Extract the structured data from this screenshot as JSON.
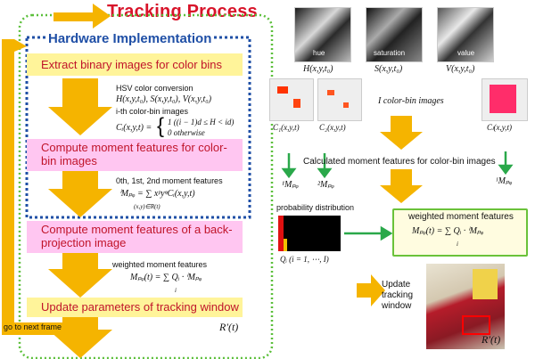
{
  "diagram": {
    "title": "Tracking Process",
    "hardware_label": "Hardware Implementation",
    "steps": [
      {
        "label": "Extract binary images for color bins"
      },
      {
        "label": "Compute moment features for color-bin images"
      },
      {
        "label": "Compute moment features of a back-projection image"
      },
      {
        "label": "Update parameters of tracking window"
      }
    ],
    "notes": {
      "hsv_title": "HSV color conversion",
      "hsv_formula": "H(x,y,t₀), S(x,y,t₀), V(x,y,t₀)",
      "bin_title": "i-th color-bin images",
      "bin_formula_lhs": "Cᵢ(x,y,t) =",
      "bin_case1": "1   ((i − 1)d ≤ H < id)",
      "bin_case2": "0        otherwise",
      "moment_title": "0th, 1st, 2nd moment features",
      "moment_formula": "ⁱMₚᵩ = ∑ xᵖyᵠCᵢ(x,y,t)",
      "moment_sum_sub": "(x,y)∈R(t)",
      "weighted_title": "weighted moment features",
      "weighted_formula": "Mₚᵩ(t) = ∑ Qᵢ · ⁱMₚᵩ",
      "weighted_sum_sub": "i",
      "rprime": "R′(t)",
      "next_frame": "go to next frame"
    },
    "right": {
      "channels": [
        {
          "name": "hue",
          "formula": "H(x,y,t₀)"
        },
        {
          "name": "saturation",
          "formula": "S(x,y,t₀)"
        },
        {
          "name": "value",
          "formula": "V(x,y,t₀)"
        }
      ],
      "bins_label": "I  color-bin images",
      "bin_formulas": [
        "C₁(x,y,t)",
        "C₂(x,y,t)",
        "Cₗ(x,y,t)"
      ],
      "moment_caption": "Calculated moment features for color-bin images",
      "moment_labels": [
        "¹Mₚᵩ",
        "²Mₚᵩ",
        "ᴵMₚᵩ"
      ],
      "prob_label": "probability distribution",
      "prob_formula": "Qᵢ (i = 1, ⋯, I)",
      "weighted_title": "weighted moment features",
      "weighted_formula": "Mₚᵩ(t) = ∑ Qᵢ · ⁱMₚᵩ",
      "weighted_sum_sub": "i",
      "update_label": "Update tracking window",
      "rprime": "R′(t)"
    },
    "colors": {
      "title": "#d8142a",
      "arrow": "#f5b400",
      "hardware_border": "#1f4fa6",
      "outer_border": "#5bbf3a",
      "green_arrow": "#2aa84a"
    }
  }
}
